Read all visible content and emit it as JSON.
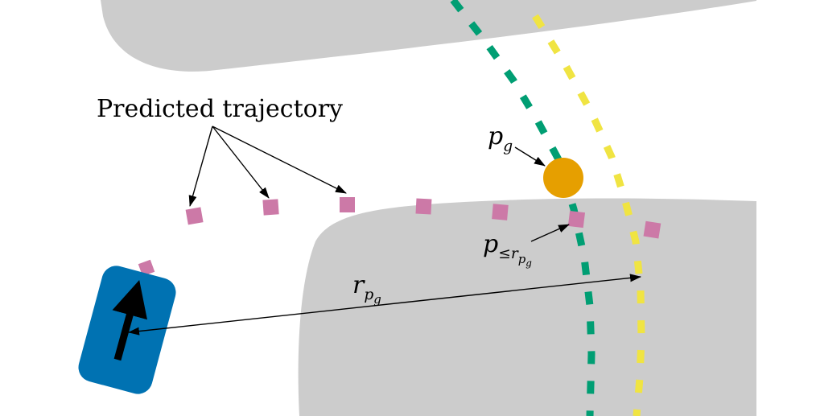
{
  "labels": {
    "predicted_trajectory": "Predicted trajectory",
    "p_g": {
      "base": "p",
      "sub": "g"
    },
    "p_le": {
      "base": "p",
      "sub_op": "≤",
      "sub_base": "r",
      "sub_sub_base": "p",
      "sub_sub_sub": "g"
    },
    "r_pg": {
      "base": "r",
      "sub_base": "p",
      "sub_sub": "g"
    }
  },
  "colors": {
    "obstacle": "#cccccc",
    "trajectory_marker": "#cc79a7",
    "lane_green": "#009e73",
    "lane_yellow": "#f0e442",
    "goal_point": "#e69f00",
    "vehicle": "#0072b2",
    "heading_arrow": "#000000"
  },
  "icons": {
    "vehicle": "car-icon",
    "heading": "arrow-up-icon"
  }
}
